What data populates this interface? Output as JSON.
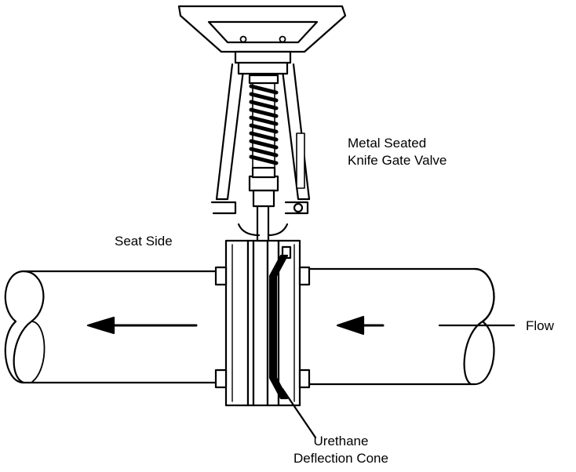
{
  "labels": {
    "valve_type": [
      "Metal Seated",
      "Knife Gate Valve"
    ],
    "seat_side": "Seat Side",
    "flow": "Flow",
    "cone": [
      "Urethane",
      "Deflection Cone"
    ]
  },
  "colors": {
    "line": "#000000",
    "fill": "#ffffff"
  }
}
